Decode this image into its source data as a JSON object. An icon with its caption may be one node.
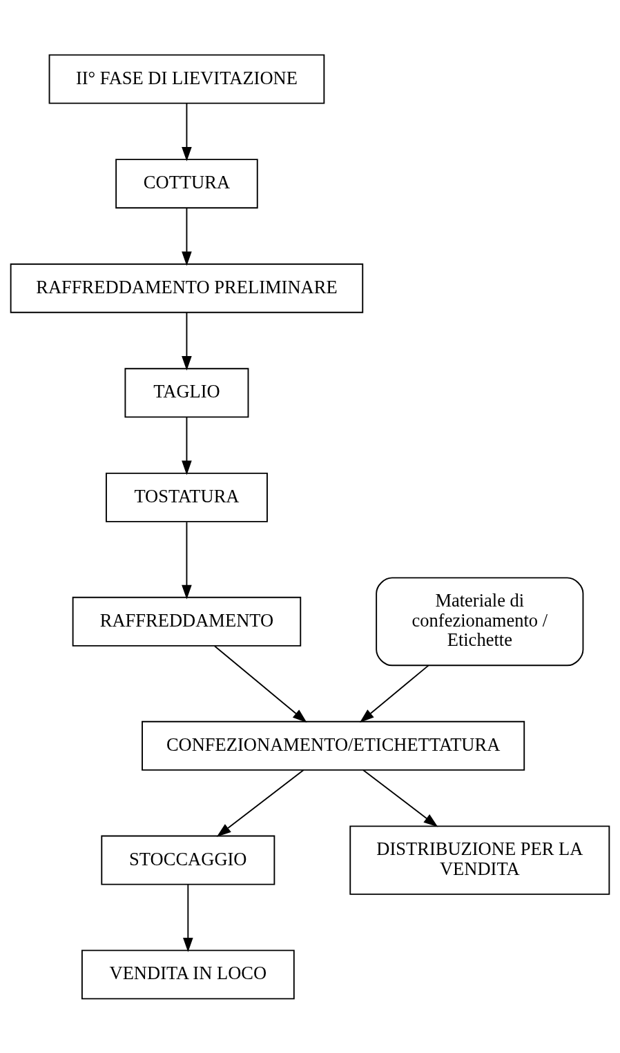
{
  "diagram": {
    "nodes": [
      {
        "text": [
          "II° FASE DI LIEVITAZIONE"
        ]
      },
      {
        "text": [
          "COTTURA"
        ]
      },
      {
        "text": [
          "RAFFREDDAMENTO PRELIMINARE"
        ]
      },
      {
        "text": [
          "TAGLIO"
        ]
      },
      {
        "text": [
          "TOSTATURA"
        ]
      },
      {
        "text": [
          "RAFFREDDAMENTO"
        ]
      },
      {
        "text": [
          "Materiale di confezionamento / Etichette"
        ]
      },
      {
        "text": [
          "CONFEZIONAMENTO/ETICHETTATURA"
        ]
      },
      {
        "text": [
          "STOCCAGGIO"
        ]
      },
      {
        "text": [
          "DISTRIBUZIONE PER LA VENDITA"
        ]
      },
      {
        "text": [
          "VENDITA IN LOCO"
        ]
      }
    ],
    "edges": [
      {
        "from": 0,
        "to": 1,
        "arrow": "to"
      },
      {
        "from": 1,
        "to": 2,
        "arrow": "to"
      },
      {
        "from": 2,
        "to": 3,
        "arrow": "to"
      },
      {
        "from": 3,
        "to": 4,
        "arrow": "to"
      },
      {
        "from": 4,
        "to": 5,
        "arrow": "to"
      },
      {
        "from": 5,
        "to": 7,
        "arrow": "to"
      },
      {
        "from": 6,
        "to": 7,
        "arrow": "to"
      },
      {
        "from": 7,
        "to": 8,
        "arrow": "to"
      },
      {
        "from": 7,
        "to": 9,
        "arrow": "to"
      },
      {
        "from": 8,
        "to": 10,
        "arrow": "to"
      }
    ]
  }
}
